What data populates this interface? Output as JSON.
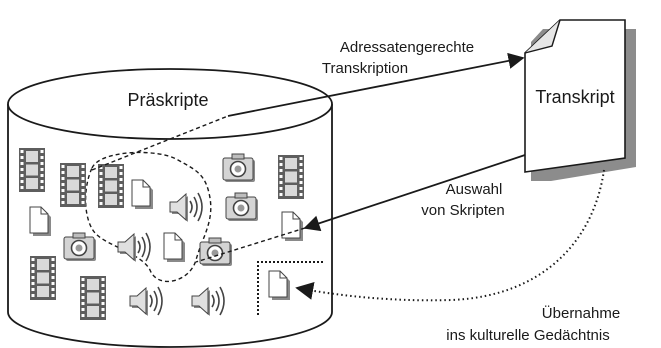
{
  "labels": {
    "cylinder": "Präskripte",
    "document": "Transkript",
    "arrow_top": [
      "Adressatengerechte",
      "Transkription"
    ],
    "arrow_mid": [
      "Auswahl",
      "von Skripten"
    ],
    "arrow_bottom": [
      "Übernahme",
      "ins kulturelle Gedächtnis"
    ]
  },
  "icons": [
    "film-icon",
    "film-icon",
    "film-icon",
    "film-icon",
    "film-icon",
    "film-icon",
    "camera-icon",
    "camera-icon",
    "camera-icon",
    "camera-icon",
    "speaker-icon",
    "speaker-icon",
    "speaker-icon",
    "speaker-icon",
    "page-icon",
    "page-icon",
    "page-icon",
    "page-icon",
    "page-icon"
  ],
  "colors": {
    "line": "#1a1a1a",
    "fill": "#ffffff",
    "icon_gray": "#6e6e6e",
    "shadow": "#8a8a8a"
  }
}
